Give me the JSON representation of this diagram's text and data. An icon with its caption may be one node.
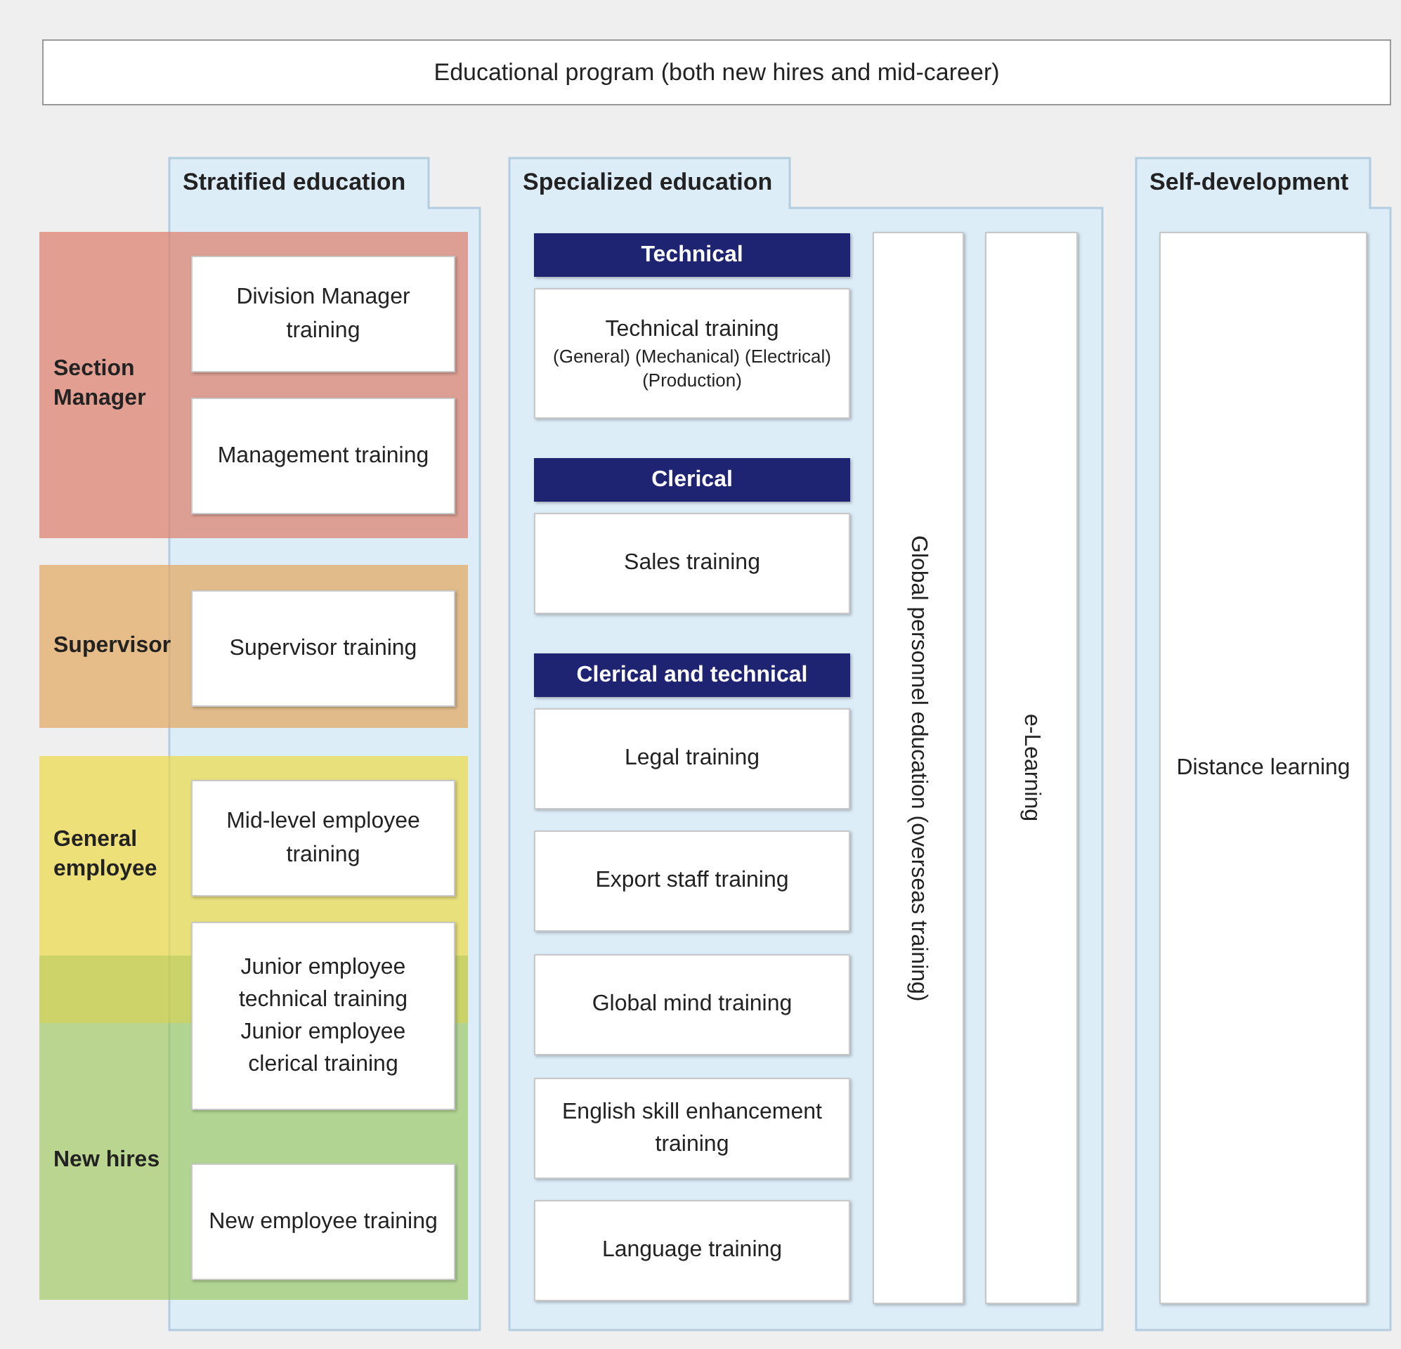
{
  "diagram": {
    "nodes": [
      {
        "text": [
          "Educational program (both new hires and mid-career)"
        ]
      },
      {
        "text": [
          "Section Manager"
        ]
      },
      {
        "text": [
          "Supervisor"
        ]
      },
      {
        "text": [
          "General employee"
        ]
      },
      {
        "text": [
          "New hires"
        ]
      },
      {
        "text": [
          "Stratified education"
        ]
      },
      {
        "text": [
          "Division Manager training"
        ]
      },
      {
        "text": [
          "Management training"
        ]
      },
      {
        "text": [
          "Supervisor training"
        ]
      },
      {
        "text": [
          "Mid-level employee training"
        ]
      },
      {
        "text": [
          "Junior employee technical training",
          "Junior employee clerical training"
        ],
        "in": 5
      },
      {
        "text": [
          "New employee training"
        ]
      },
      {
        "text": [
          "Specialized education"
        ]
      },
      {
        "text": [
          "Technical"
        ],
        "in": 12
      },
      {
        "text": [
          "Technical training",
          "(General) (Mechanical) (Electrical) (Production)"
        ],
        "in": 12
      },
      {
        "text": [
          "Clerical"
        ],
        "in": 12
      },
      {
        "text": [
          "Sales training"
        ],
        "in": 12
      },
      {
        "text": [
          "Clerical and technical"
        ],
        "in": 12
      },
      {
        "text": [
          "Legal training"
        ],
        "in": 12
      },
      {
        "text": [
          "Export staff training"
        ],
        "in": 12
      },
      {
        "text": [
          "Global mind training"
        ],
        "in": 12
      },
      {
        "text": [
          "English skill enhancement training"
        ],
        "in": 12
      },
      {
        "text": [
          "Language training"
        ],
        "in": 12
      },
      {
        "text": [
          "Global personnel education (overseas training)"
        ],
        "in": 12
      },
      {
        "text": [
          "e-Learning"
        ],
        "in": 12
      },
      {
        "text": [
          "Self-development"
        ]
      },
      {
        "text": [
          "Distance learning"
        ],
        "in": 25
      }
    ]
  }
}
